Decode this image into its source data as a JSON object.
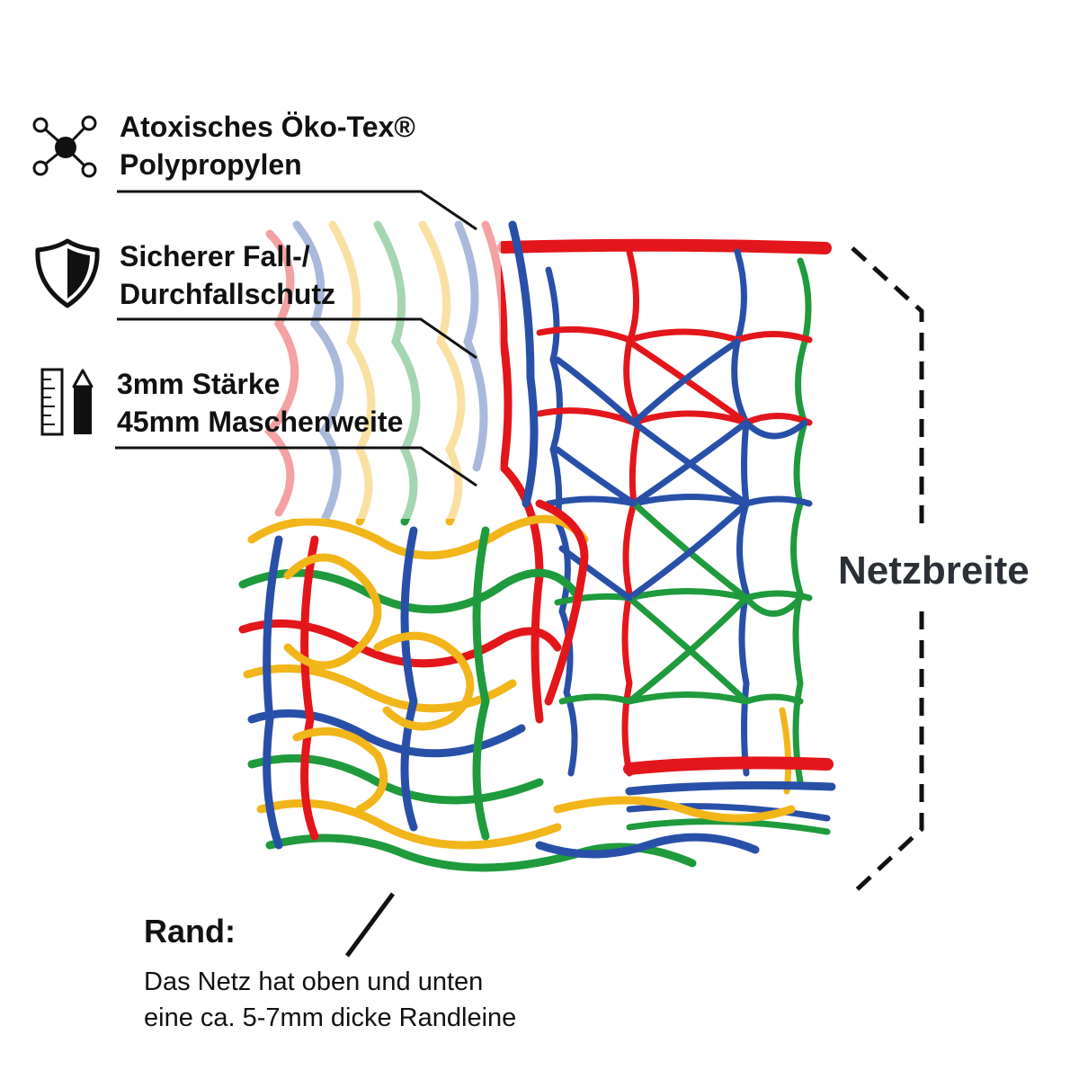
{
  "features": [
    {
      "icon": "molecule-icon",
      "line1": "Atoxisches Öko-Tex®",
      "line2": "Polypropylen"
    },
    {
      "icon": "shield-icon",
      "line1": "Sicherer Fall-/",
      "line2": "Durchfallschutz"
    },
    {
      "icon": "ruler-pencil-icon",
      "line1": "3mm Stärke",
      "line2": "45mm Maschenweite"
    }
  ],
  "dimension_label": "Netzbreite",
  "edge": {
    "title": "Rand:",
    "line1": "Das Netz hat oben und unten",
    "line2": "eine ca. 5-7mm dicke Randleine"
  },
  "colors": {
    "net_red": "#e3161b",
    "net_blue": "#2850a8",
    "net_green": "#1f9a3c",
    "net_yellow": "#f2b51a",
    "text": "#111111",
    "dimension_text": "#2b2f36"
  }
}
